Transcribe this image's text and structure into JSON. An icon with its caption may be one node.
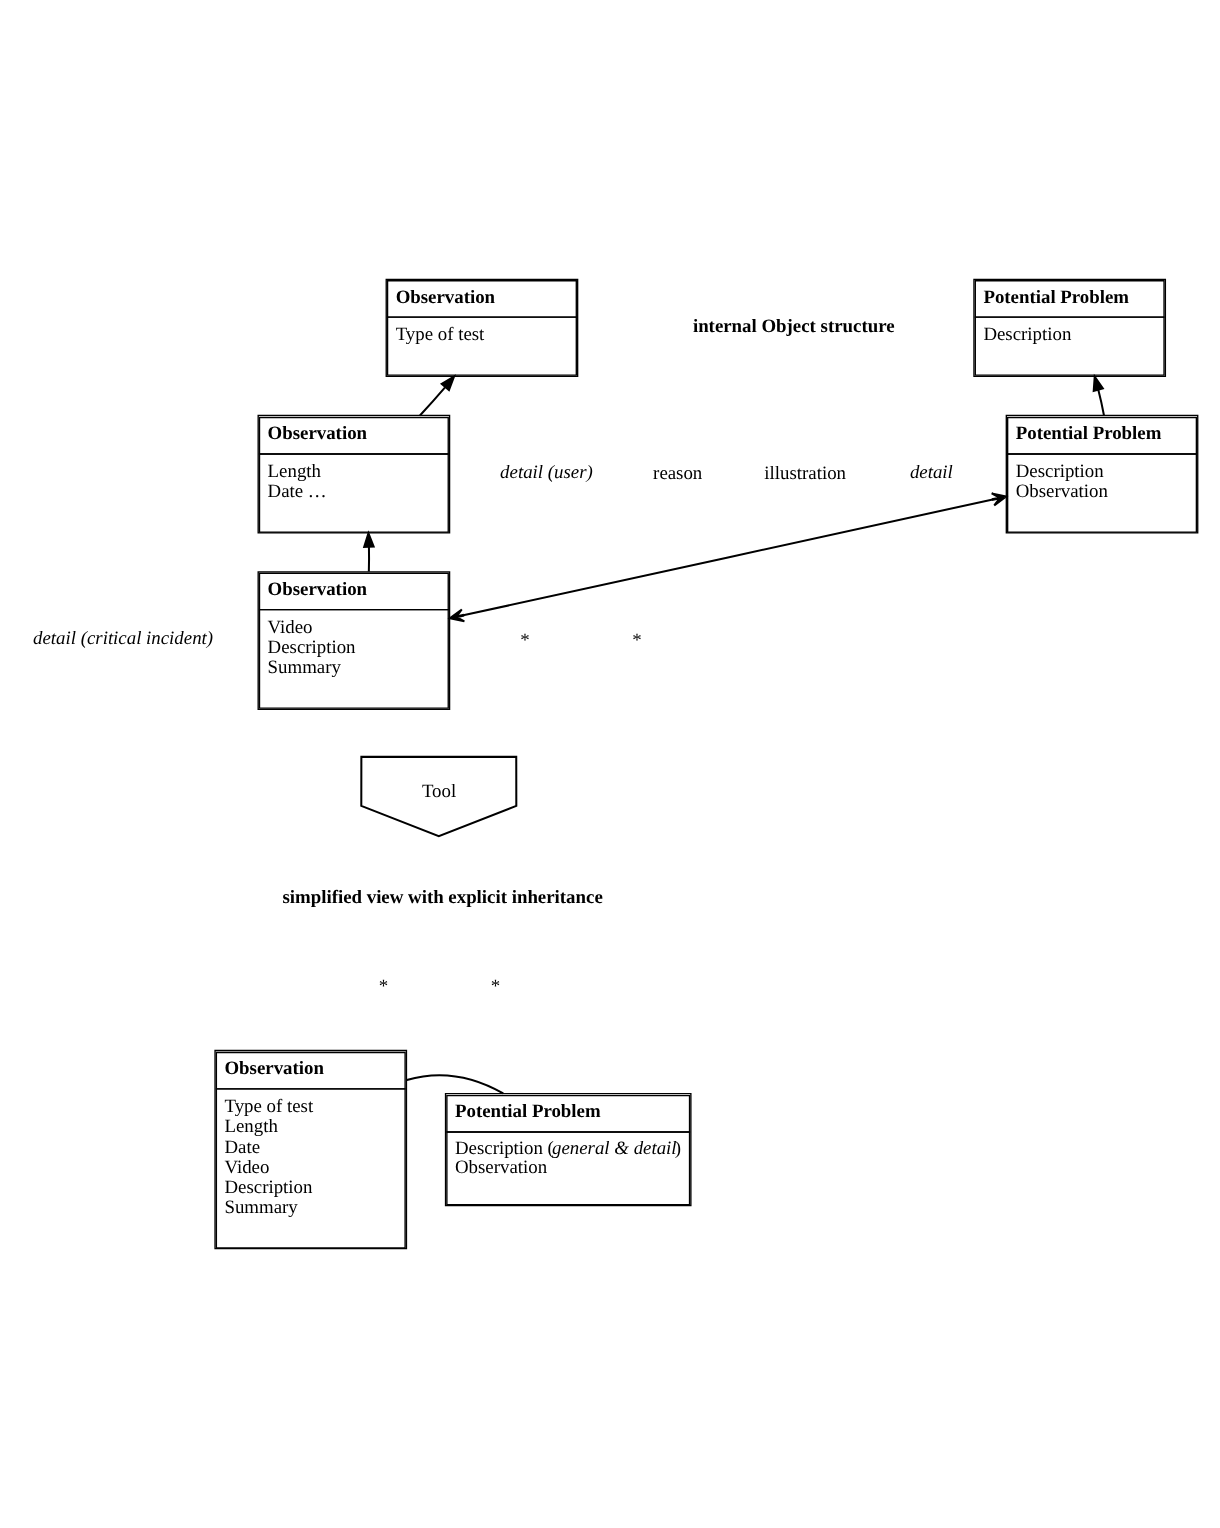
{
  "diagram": {
    "nodes": [
      {
        "text": [
          "Observation",
          "Type of test"
        ]
      },
      {
        "text": [
          "Observation",
          "Length",
          "Date …"
        ],
        "beside": [
          "detail (user)"
        ]
      },
      {
        "text": [
          "Observation",
          "Video",
          "Description",
          "Summary"
        ],
        "beside": [
          "detail (critical incident)"
        ]
      },
      {
        "text": [
          "Potential Problem",
          "Description"
        ]
      },
      {
        "text": [
          "Potential Problem",
          "Description",
          "Observation"
        ],
        "beside": [
          "detail"
        ]
      },
      {
        "text": [
          "Tool"
        ]
      },
      {
        "text": [
          "Observation",
          "Type of test",
          "Length",
          "Date",
          "Video",
          "Description",
          "Summary"
        ]
      },
      {
        "text": [
          "Potential Problem",
          "Description (*general & detail*)",
          "Observation"
        ]
      }
    ],
    "edges": [
      {
        "from": 1,
        "to": 0,
        "arrow": "to"
      },
      {
        "from": 2,
        "to": 1,
        "arrow": "to"
      },
      {
        "from": 4,
        "to": 3,
        "arrow": "to"
      },
      {
        "from": 2,
        "to": 4,
        "arrow": "both"
      },
      {
        "from": 6,
        "to": 7,
        "arrow": "none"
      }
    ],
    "labels": [
      "internal Object structure",
      "reason",
      "illustration",
      "*",
      "*",
      "simplified view with explicit inheritance",
      "*",
      "*"
    ]
  }
}
